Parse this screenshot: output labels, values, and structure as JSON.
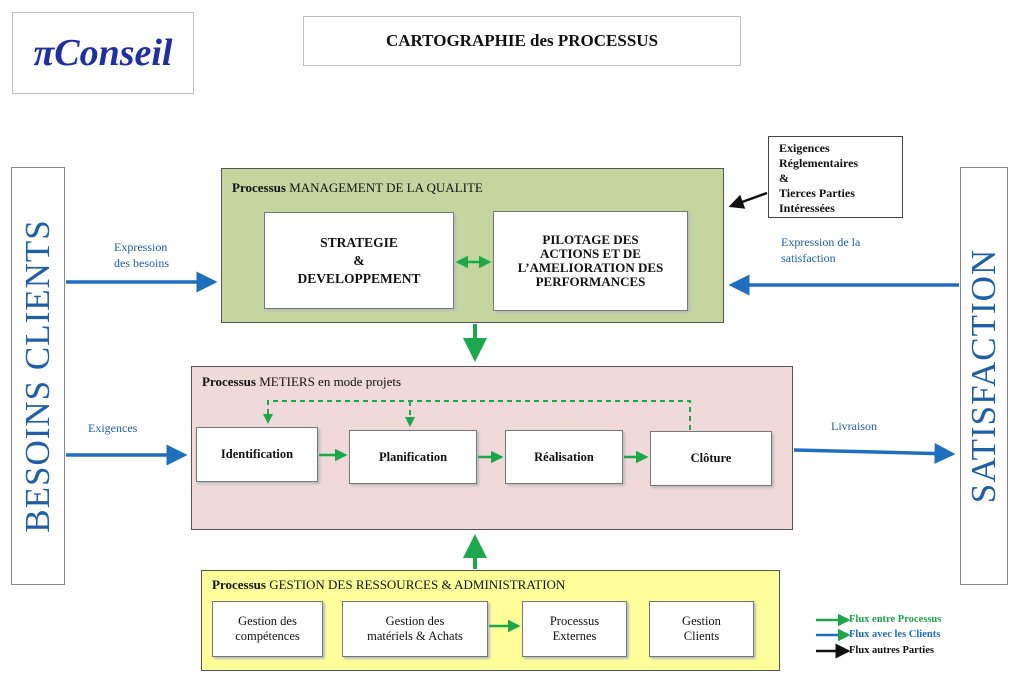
{
  "logo": {
    "text": "πConseil"
  },
  "header": {
    "title": "CARTOGRAPHIE des PROCESSUS"
  },
  "left_panel": {
    "label": "BESOINS CLIENTS"
  },
  "right_panel": {
    "label": "SATISFACTION"
  },
  "external_requirements": {
    "lines": [
      "Exigences",
      "Réglementaires",
      "&",
      "Tierces Parties",
      "Intéressées"
    ]
  },
  "flow_labels": {
    "expression_besoins": [
      "Expression",
      "des besoins"
    ],
    "exigences": "Exigences",
    "expression_satisfaction": [
      "Expression de la",
      "satisfaction"
    ],
    "livraison": "Livraison"
  },
  "management": {
    "prefix": "Processus",
    "title": "MANAGEMENT DE LA QUALITE",
    "strategie": [
      "STRATEGIE",
      "&",
      "DEVELOPPEMENT"
    ],
    "pilotage": [
      "PILOTAGE DES",
      "ACTIONS ET DE",
      "L’AMELIORATION DES",
      "PERFORMANCES"
    ]
  },
  "metiers": {
    "prefix": "Processus",
    "title": "METIERS en mode projets",
    "steps": [
      "Identification",
      "Planification",
      "Réalisation",
      "Clôture"
    ]
  },
  "ressources": {
    "prefix": "Processus",
    "title": "GESTION DES RESSOURCES & ADMINISTRATION",
    "items": [
      [
        "Gestion des",
        "compétences"
      ],
      [
        "Gestion des",
        "matériels & Achats"
      ],
      [
        "Processus",
        "Externes"
      ],
      [
        "Gestion",
        "Clients"
      ]
    ]
  },
  "legend": [
    {
      "label": "Flux entre Processus",
      "color": "#1aa84a"
    },
    {
      "label": "Flux avec les Clients",
      "color": "#1f6fbf"
    },
    {
      "label": "Flux autres Parties",
      "color": "#111111"
    }
  ],
  "colors": {
    "accent_blue": "#1f5fa8",
    "process_green": "#1aa84a",
    "management_bg": "#c4d59f",
    "metiers_bg": "#efd9d9",
    "ressources_bg": "#ffff99"
  }
}
